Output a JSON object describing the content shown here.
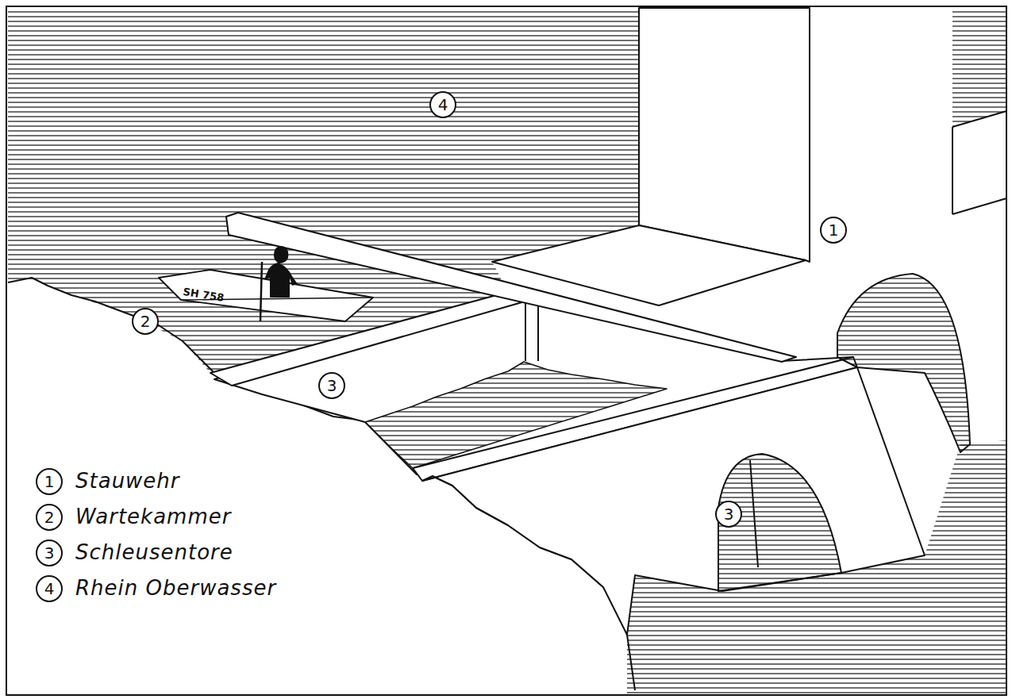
{
  "diagram": {
    "labels": [
      "4",
      "1",
      "2",
      "3",
      "3",
      "SH 758",
      "1",
      "2",
      "3",
      "4"
    ],
    "legend": [
      {
        "text": "Stauwehr"
      },
      {
        "text": "Wartekammer"
      },
      {
        "text": "Schleusentore"
      },
      {
        "text": "Rhein Oberwasser"
      }
    ]
  }
}
